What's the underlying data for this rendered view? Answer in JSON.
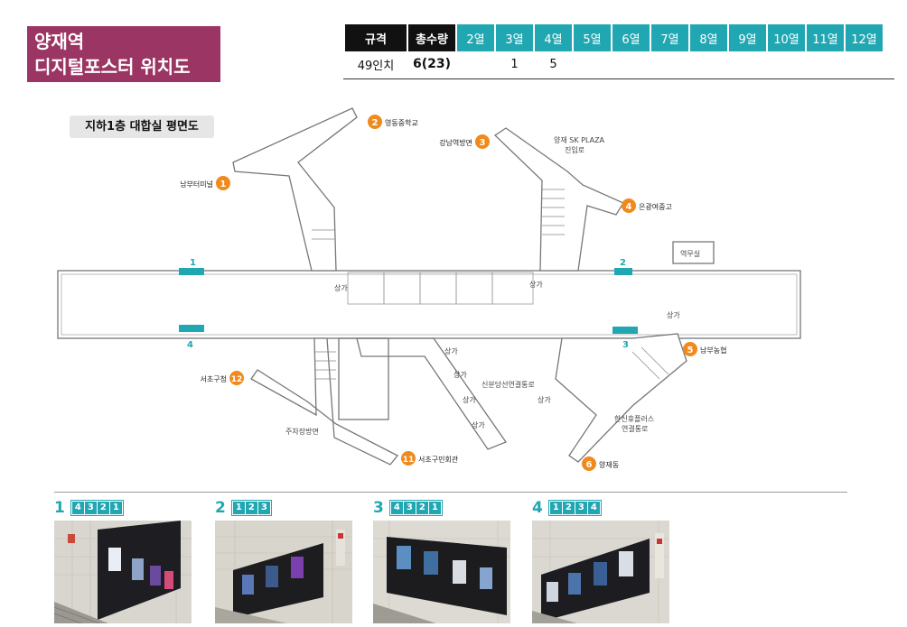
{
  "title": {
    "line1": "양재역",
    "line2": "디지털포스터 위치도"
  },
  "spec": {
    "headers": [
      "규격",
      "총수량",
      "2열",
      "3열",
      "4열",
      "5열",
      "6열",
      "7열",
      "8열",
      "9열",
      "10열",
      "11열",
      "12열"
    ],
    "row": [
      "49인치",
      "6(23)",
      "",
      "1",
      "5",
      "",
      "",
      "",
      "",
      "",
      "",
      "",
      ""
    ]
  },
  "floor_label": "지하1층 대합실 평면도",
  "exits": [
    {
      "num": "1",
      "name": "남부터미널"
    },
    {
      "num": "2",
      "name": "영동중학교"
    },
    {
      "num": "3",
      "name": "강남역방면"
    },
    {
      "num": "4",
      "name": "은광여중고"
    },
    {
      "num": "5",
      "name": "남부농협"
    },
    {
      "num": "6",
      "name": "양재동"
    },
    {
      "num": "11",
      "name": "서초구민회관"
    },
    {
      "num": "12",
      "name": "서초구청"
    }
  ],
  "map_labels": {
    "sk_plaza": "양재 SK PLAZA",
    "sk_plaza_sub": "진입로",
    "shop": "상가",
    "shinbundang": "신분당선연결통로",
    "hansin": "한신휴플러스",
    "hansin_sub": "연결통로",
    "parking": "주차장방면",
    "office": "역무실"
  },
  "positions": [
    {
      "num": "1",
      "chips": [
        "4",
        "3",
        "2",
        "1"
      ]
    },
    {
      "num": "2",
      "chips": [
        "1",
        "2",
        "3"
      ]
    },
    {
      "num": "3",
      "chips": [
        "4",
        "3",
        "2",
        "1"
      ]
    },
    {
      "num": "4",
      "chips": [
        "1",
        "2",
        "3",
        "4"
      ]
    }
  ],
  "colors": {
    "title_bg": "#9b3563",
    "teal": "#21a7b2",
    "exit_orange": "#f08a1d",
    "header_dark": "#111111"
  }
}
